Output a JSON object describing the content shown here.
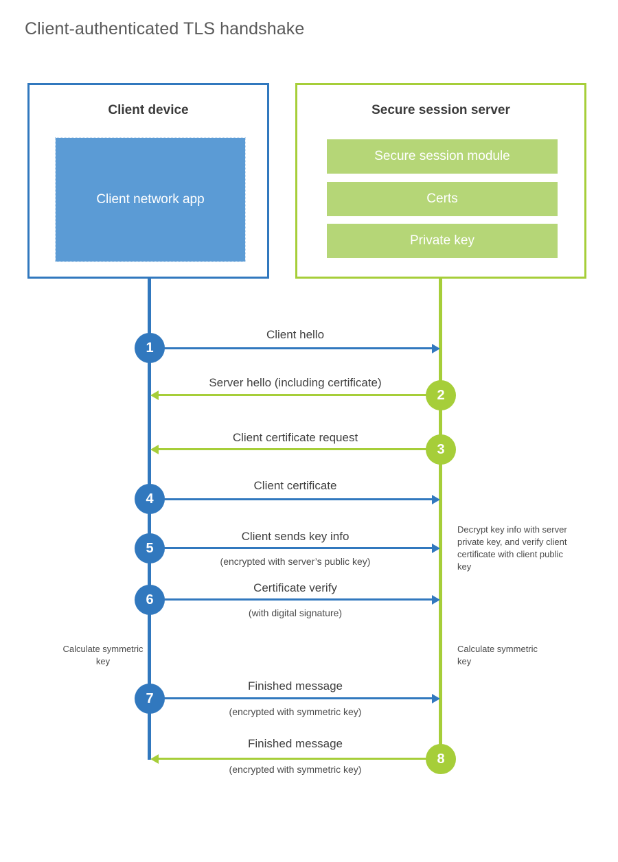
{
  "page": {
    "title": "Client-authenticated TLS handshake",
    "background": "#FFFFFF"
  },
  "colors": {
    "client_blue": "#3178BE",
    "client_app_fill": "#5B9BD5",
    "server_green": "#A6CE39",
    "server_bar_fill": "#B5D677",
    "title_text": "#595959",
    "body_text": "#404040"
  },
  "actors": {
    "client": {
      "title": "Client device",
      "component": "Client network app"
    },
    "server": {
      "title": "Secure session server",
      "components": [
        "Secure session module",
        "Certs",
        "Private key"
      ]
    }
  },
  "steps": [
    {
      "num": "1",
      "side": "client",
      "direction": "right",
      "label": "Client hello",
      "sub": ""
    },
    {
      "num": "2",
      "side": "server",
      "direction": "left",
      "label": "Server hello (including certificate)",
      "sub": ""
    },
    {
      "num": "3",
      "side": "server",
      "direction": "left",
      "label": "Client certificate request",
      "sub": ""
    },
    {
      "num": "4",
      "side": "client",
      "direction": "right",
      "label": "Client certificate",
      "sub": ""
    },
    {
      "num": "5",
      "side": "client",
      "direction": "right",
      "label": "Client sends key info",
      "sub": "(encrypted with server’s public key)"
    },
    {
      "num": "6",
      "side": "client",
      "direction": "right",
      "label": "Certificate verify",
      "sub": "(with digital signature)"
    },
    {
      "num": "7",
      "side": "client",
      "direction": "right",
      "label": "Finished message",
      "sub": "(encrypted with symmetric key)"
    },
    {
      "num": "8",
      "side": "server",
      "direction": "left",
      "label": "Finished message",
      "sub": "(encrypted with symmetric key)"
    }
  ],
  "notes": {
    "server_decrypt": "Decrypt key info with server private key, and verify client certificate with client public key",
    "client_calc": "Calculate symmetric key",
    "server_calc": "Calculate symmetric key"
  }
}
